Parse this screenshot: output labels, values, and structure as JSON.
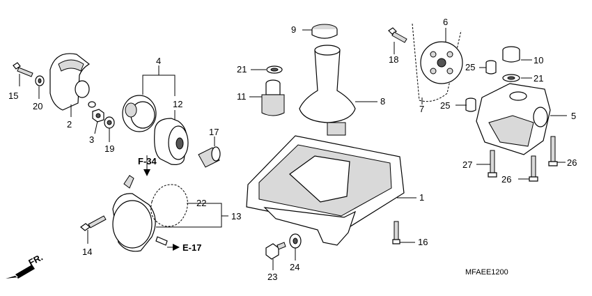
{
  "diagram": {
    "code": "MFAEE1200",
    "front_label": "FR.",
    "refs": {
      "f34": "F-34",
      "e17": "E-17"
    },
    "callouts": {
      "c1": "1",
      "c2": "2",
      "c3": "3",
      "c4": "4",
      "c5": "5",
      "c6": "6",
      "c7": "7",
      "c8": "8",
      "c9": "9",
      "c10": "10",
      "c11": "11",
      "c12": "12",
      "c13": "13",
      "c14": "14",
      "c15": "15",
      "c16": "16",
      "c17": "17",
      "c18": "18",
      "c19": "19",
      "c20": "20",
      "c21a": "21",
      "c21b": "21",
      "c22": "22",
      "c23": "23",
      "c24": "24",
      "c25a": "25",
      "c25b": "25",
      "c26a": "26",
      "c26b": "26",
      "c27": "27"
    }
  }
}
